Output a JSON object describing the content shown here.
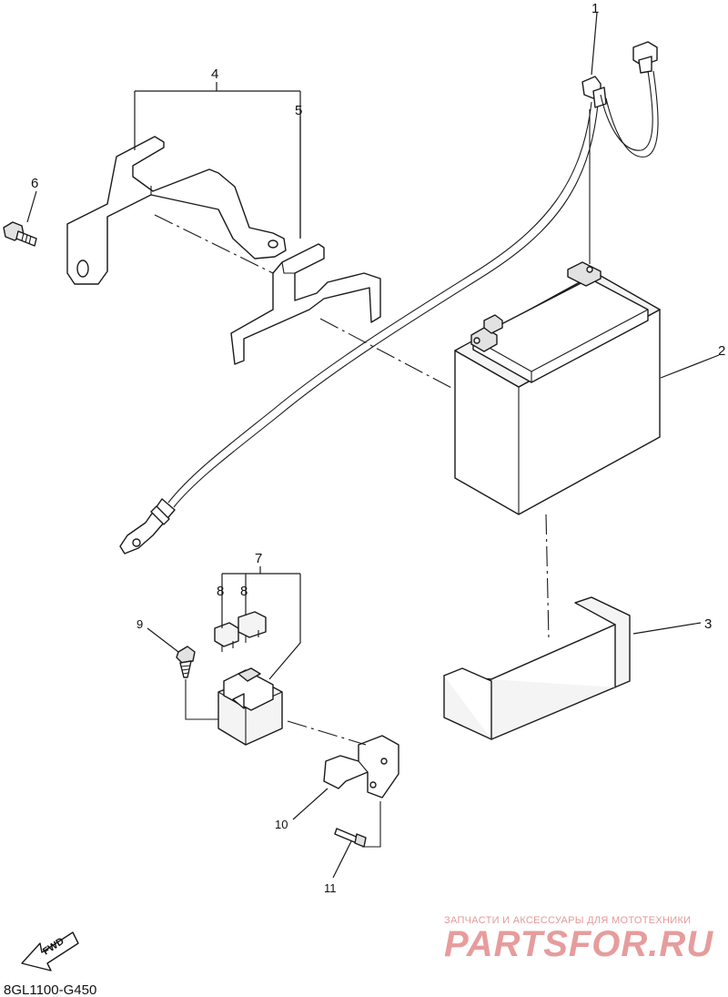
{
  "callouts": [
    "1",
    "2",
    "3",
    "4",
    "5",
    "6",
    "7",
    "8",
    "8",
    "9",
    "10",
    "11"
  ],
  "diagram_code": "8GL1100-G450",
  "fwd_label": "FWD",
  "watermark": {
    "tagline": "ЗАПЧАСТИ И АКСЕССУАРЫ ДЛЯ МОТОТЕХНИКИ",
    "brand": "PARTSFOR.RU"
  },
  "colors": {
    "line": "#1a1a1a",
    "watermark": "#e79c9c",
    "background": "#ffffff"
  }
}
